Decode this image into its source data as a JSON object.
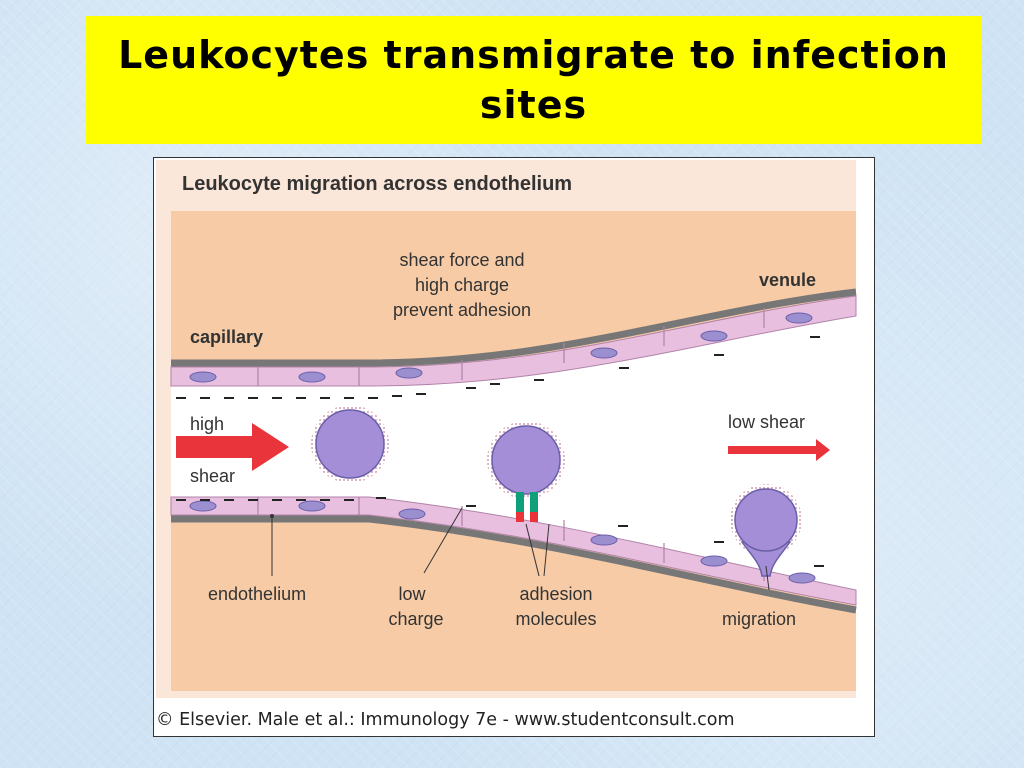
{
  "slide": {
    "title": "Leukocytes transmigrate to infection sites"
  },
  "figure": {
    "heading": "Leukocyte migration across endothelium",
    "labels": {
      "shear_force_line1": "shear force and",
      "shear_force_line2": "high charge",
      "shear_force_line3": "prevent adhesion",
      "venule": "venule",
      "capillary": "capillary",
      "high": "high",
      "shear": "shear",
      "low_shear": "low shear",
      "endothelium": "endothelium",
      "low_charge_line1": "low",
      "low_charge_line2": "charge",
      "adhesion_line1": "adhesion",
      "adhesion_line2": "molecules",
      "migration": "migration"
    },
    "copyright": "© Elsevier. Male et al.: Immunology 7e - www.studentconsult.com"
  },
  "colors": {
    "title_bg": "#ffff00",
    "tissue": "#f7cba6",
    "endothelial_cell": "#e9bfe0",
    "cell_nucleus": "#9c8fd0",
    "leukocyte": "#a48ed8",
    "arrow_red": "#e8343a",
    "adhesion_green": "#0fa07a"
  }
}
